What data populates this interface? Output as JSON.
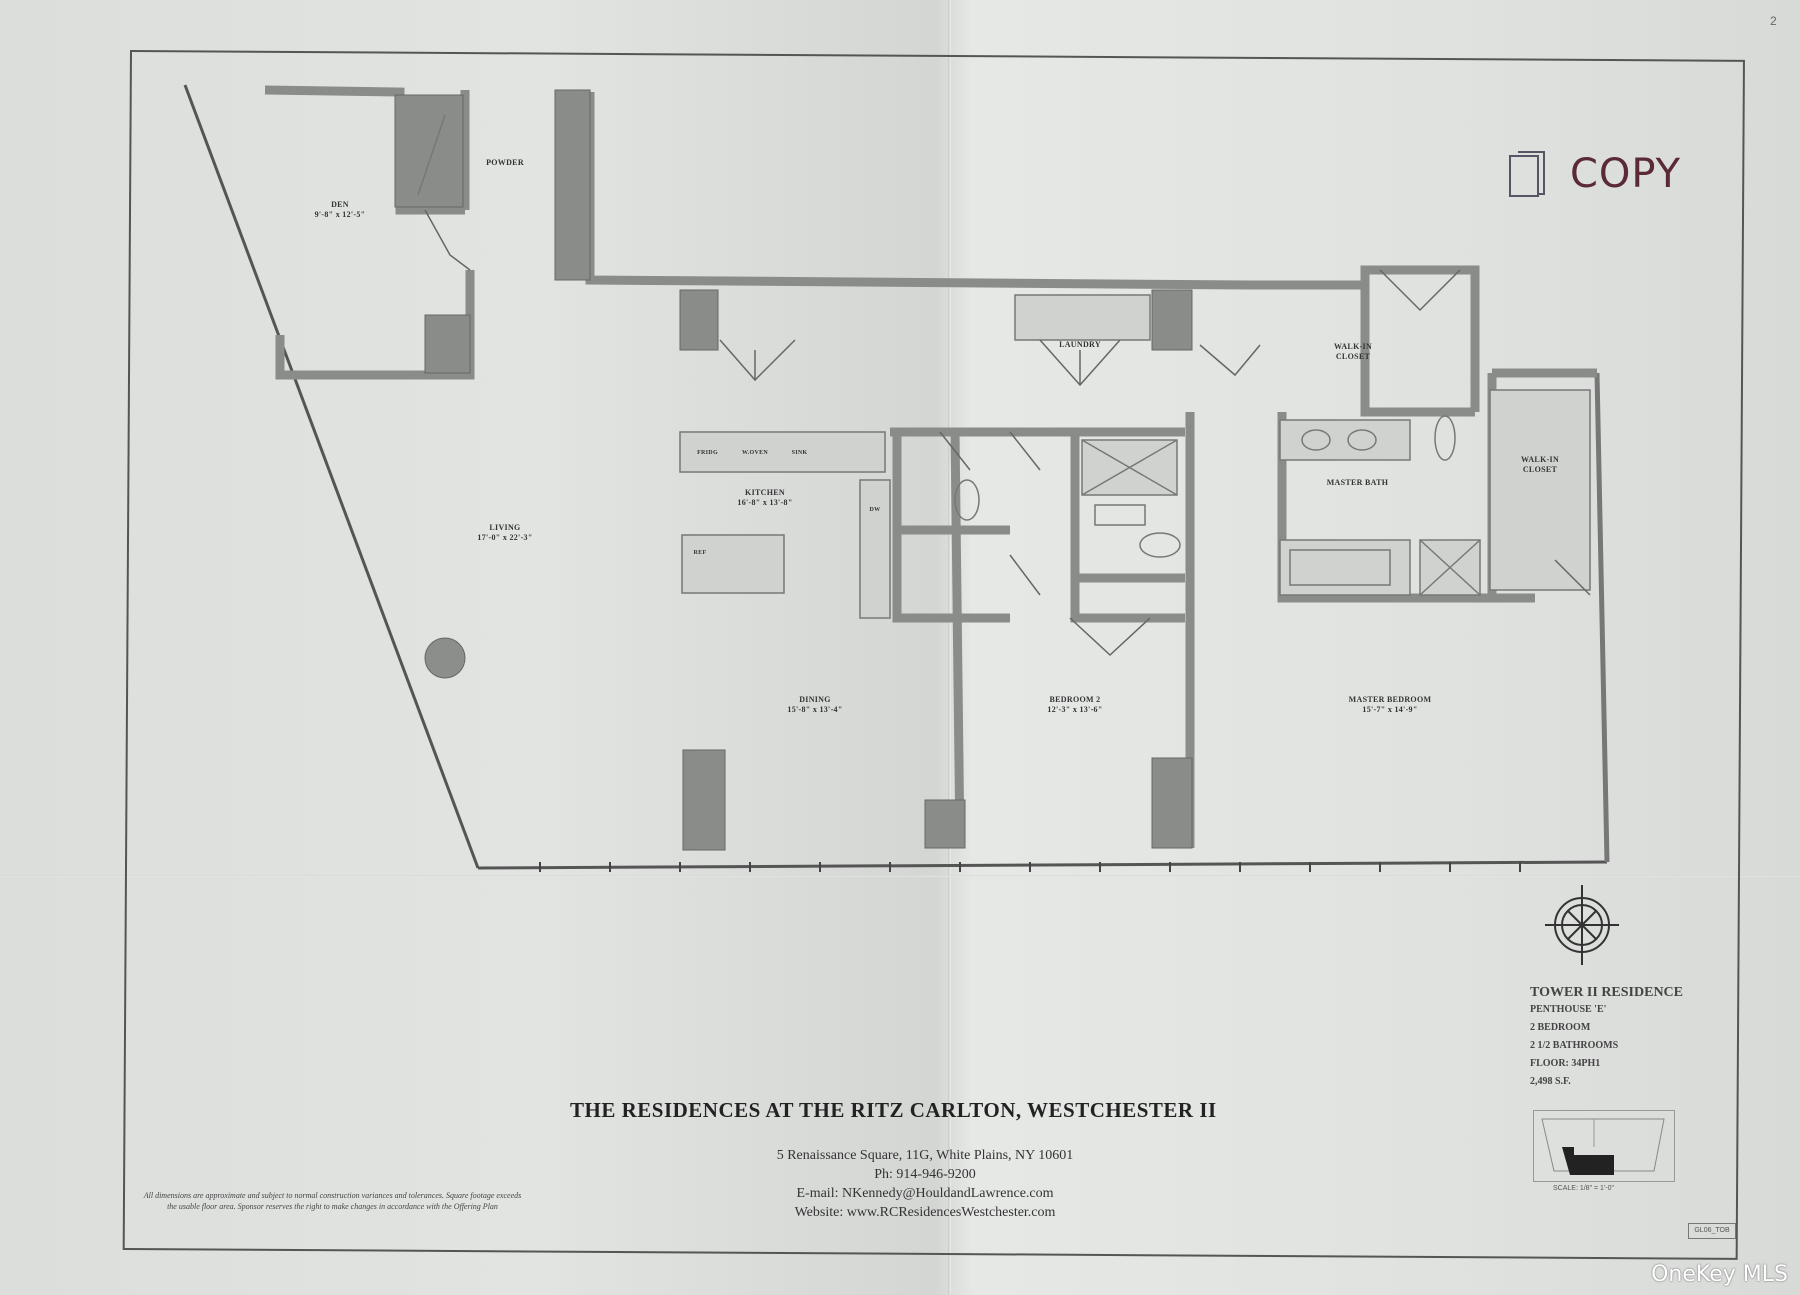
{
  "document": {
    "type": "floor plan",
    "project_title": "THE RESIDENCES AT THE RITZ CARLTON, WESTCHESTER II",
    "stamp": {
      "icon": "copy-icon",
      "label": "COPY"
    },
    "contact": {
      "address": "5 Renaissance Square, 11G, White Plains, NY 10601",
      "phone": "Ph: 914-946-9200",
      "email": "E-mail: NKennedy@HouldandLawrence.com",
      "website": "Website: www.RCResidencesWestchester.com"
    },
    "disclaimer": "All dimensions are approximate and subject to normal construction variances and tolerances. Square footage exceeds the usable floor area. Sponsor reserves the right to make changes in accordance with the Offering Plan",
    "title_block": {
      "heading": "TOWER II RESIDENCE",
      "unit": "PENTHOUSE 'E'",
      "bedrooms": "2 BEDROOM",
      "bathrooms": "2 1/2 BATHROOMS",
      "floor": "FLOOR: 34PH1",
      "area": "2,498 S.F."
    },
    "keyplan_scale": "SCALE: 1/8\" = 1'-0\"",
    "drawing_number": "GL06_TOB",
    "corner_mark": "2",
    "watermark": "OneKey MLS"
  },
  "rooms": [
    {
      "name": "DEN",
      "dims": "9'-8\" x 12'-5\""
    },
    {
      "name": "POWDER",
      "dims": ""
    },
    {
      "name": "LIVING",
      "dims": "17'-0\" x 22'-3\""
    },
    {
      "name": "KITCHEN",
      "dims": "16'-8\" x 13'-8\""
    },
    {
      "name": "DINING",
      "dims": "15'-8\" x 13'-4\""
    },
    {
      "name": "LAUNDRY",
      "dims": ""
    },
    {
      "name": "BEDROOM 2",
      "dims": "12'-3\" x 13'-6\""
    },
    {
      "name": "WALK-IN CLOSET",
      "dims": ""
    },
    {
      "name": "MASTER BATH",
      "dims": ""
    },
    {
      "name": "WALK-IN CLOSET",
      "dims": ""
    },
    {
      "name": "MASTER BEDROOM",
      "dims": "15'-7\" x 14'-9\""
    }
  ],
  "appliances": [
    {
      "label": "FRIDG"
    },
    {
      "label": "W.OVEN"
    },
    {
      "label": "SINK"
    },
    {
      "label": "DW"
    },
    {
      "label": "REF"
    }
  ],
  "colors": {
    "paper": "#dcdedc",
    "wall": "#8a8c8a",
    "line": "#555555",
    "stamp_text": "#5a2a35"
  }
}
